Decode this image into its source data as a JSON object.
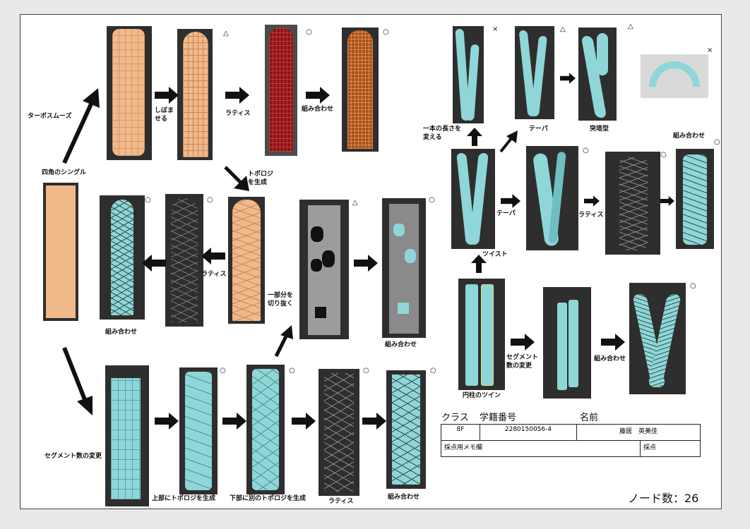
{
  "labels": {
    "turbo_smooth": "ターボスムーズ",
    "shrink": "しぼま\nせる",
    "lattice1": "ラティス",
    "combine1": "組み合わせ",
    "topology": "トポロジ\nを生成",
    "square_single": "四角のシングル",
    "lattice2": "ラティス",
    "combine2": "組み合わせ",
    "cutout": "一部分を\n切り抜く",
    "combine3": "組み合わせ",
    "segment_change": "セグメント数の変更",
    "top_topology": "上部にトポロジを生成",
    "bottom_topology": "下部に別のトポロジを生成",
    "lattice3": "ラティス",
    "combine4": "組み合わせ",
    "one_length": "一本の長さを\n変える",
    "taper1": "テーパ",
    "protrusion": "突塔型",
    "combine5": "組み合わせ",
    "taper2": "テーパ",
    "lattice4": "ラティス",
    "twist": "ツイスト",
    "twin_cyl": "円柱のツイン",
    "segment_change2": "セグメント\n数の変更",
    "combine6": "組み合わせ"
  },
  "marks": {
    "m1": "△",
    "m2": "○",
    "m3": "○",
    "m4": "○",
    "m5": "○",
    "m6": "△",
    "m7": "○",
    "m8": "○",
    "m9": "○",
    "m10": "○",
    "m11": "○",
    "m12": "×",
    "m13": "△",
    "m14": "△",
    "m15": "×",
    "m16": "○",
    "m17": "○",
    "m18": "○",
    "m19": "○"
  },
  "info": {
    "class_header": "クラス",
    "id_header": "学籍番号",
    "name_header": "名前",
    "class_value": "8F",
    "id_value": "2280150056-4",
    "name_value": "藤居　英美佳",
    "memo_label": "採点用メモ欄",
    "score_label": "採点"
  },
  "node_count": "ノード数：26"
}
